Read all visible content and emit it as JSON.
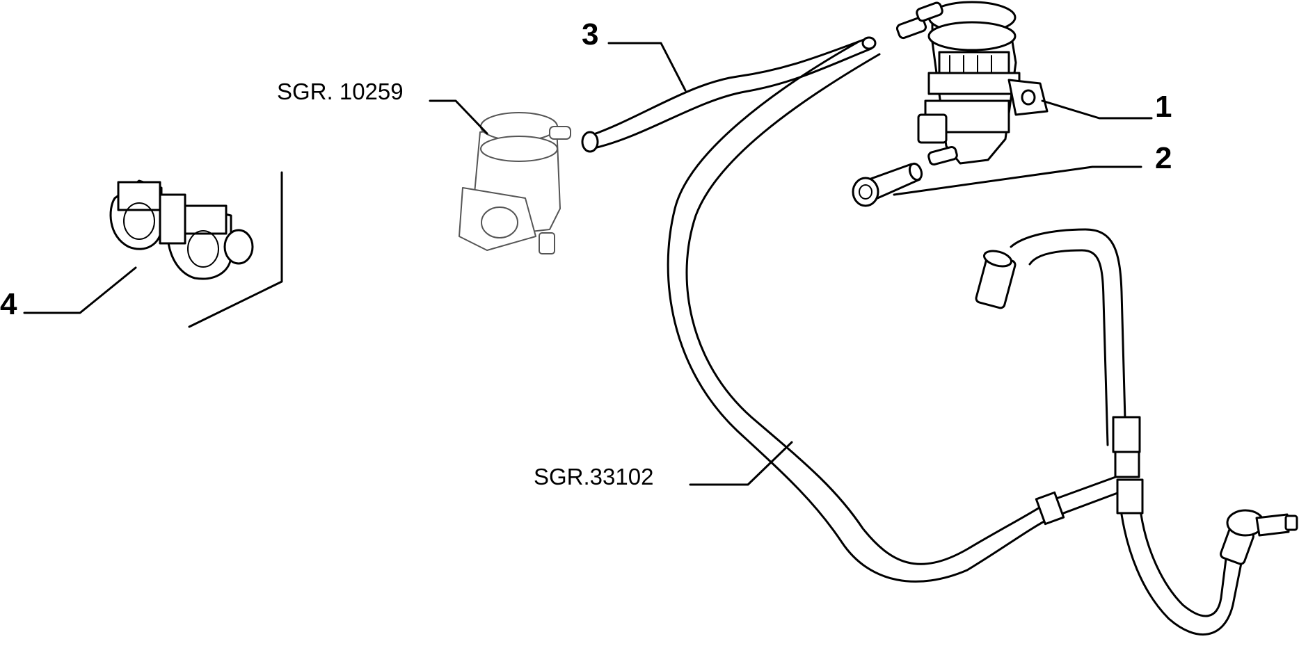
{
  "callouts": {
    "c1": "1",
    "c2": "2",
    "c3": "3",
    "c4": "4"
  },
  "references": {
    "valve_ref": "SGR. 10259",
    "pipe_ref": "SGR.33102"
  },
  "colors": {
    "ink": "#000000",
    "background": "#ffffff"
  }
}
